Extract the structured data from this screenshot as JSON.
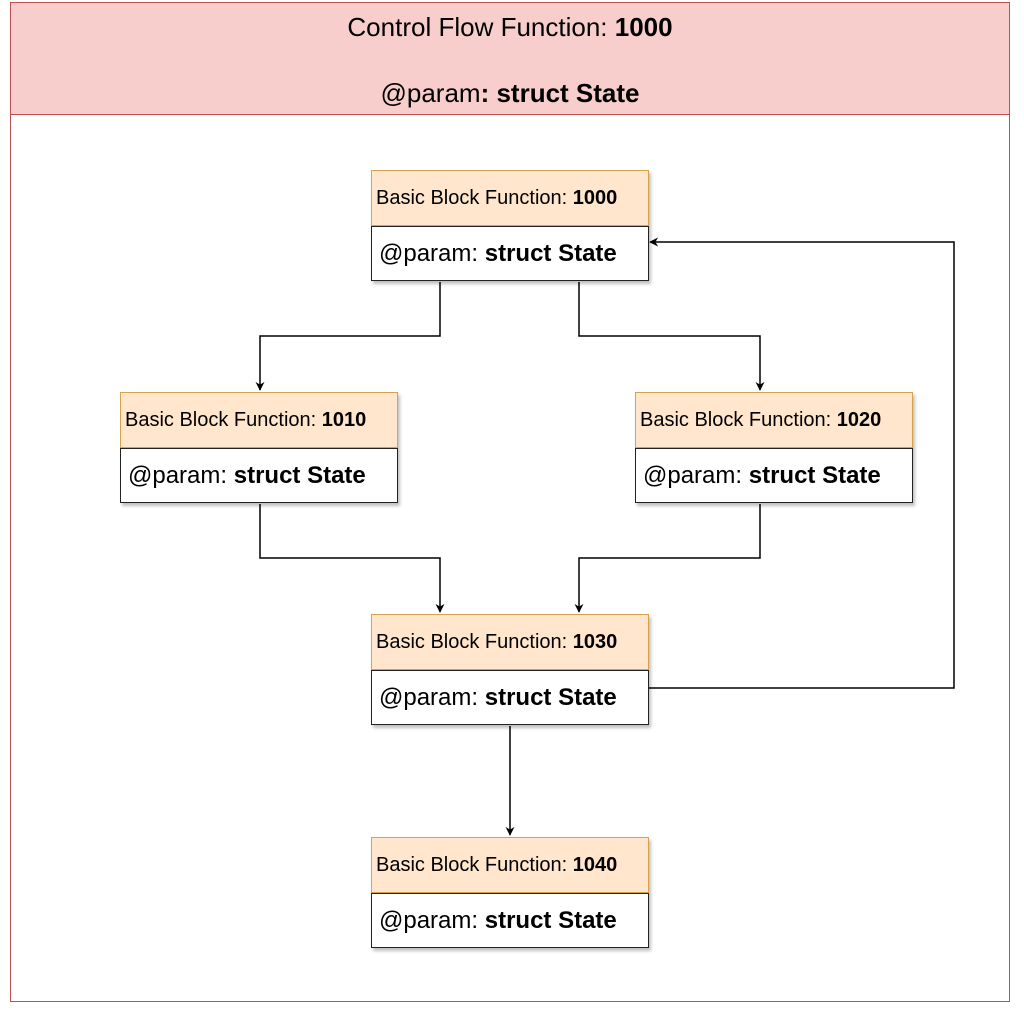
{
  "container": {
    "title_prefix": "Control Flow Function: ",
    "title_id": "1000",
    "param_prefix": "@param",
    "param_type": ": struct State"
  },
  "blocks": [
    {
      "label": "Basic Block Function: ",
      "id": "1000",
      "param_prefix": "@param: ",
      "param_type": "struct State"
    },
    {
      "label": "Basic Block Function: ",
      "id": "1010",
      "param_prefix": "@param: ",
      "param_type": "struct State"
    },
    {
      "label": "Basic Block Function: ",
      "id": "1020",
      "param_prefix": "@param: ",
      "param_type": "struct State"
    },
    {
      "label": "Basic Block Function: ",
      "id": "1030",
      "param_prefix": "@param: ",
      "param_type": "struct State"
    },
    {
      "label": "Basic Block Function: ",
      "id": "1040",
      "param_prefix": "@param: ",
      "param_type": "struct State"
    }
  ],
  "edges": [
    {
      "from": "1000",
      "to": "1010"
    },
    {
      "from": "1000",
      "to": "1020"
    },
    {
      "from": "1010",
      "to": "1030"
    },
    {
      "from": "1020",
      "to": "1030"
    },
    {
      "from": "1030",
      "to": "1040"
    },
    {
      "from": "1030",
      "to": "1000"
    }
  ],
  "colors": {
    "container_header_fill": "#f8cecc",
    "container_border": "#c24f4f",
    "block_header_fill": "#ffe6cc",
    "block_header_border": "#d7a24e",
    "edge": "#000000"
  }
}
